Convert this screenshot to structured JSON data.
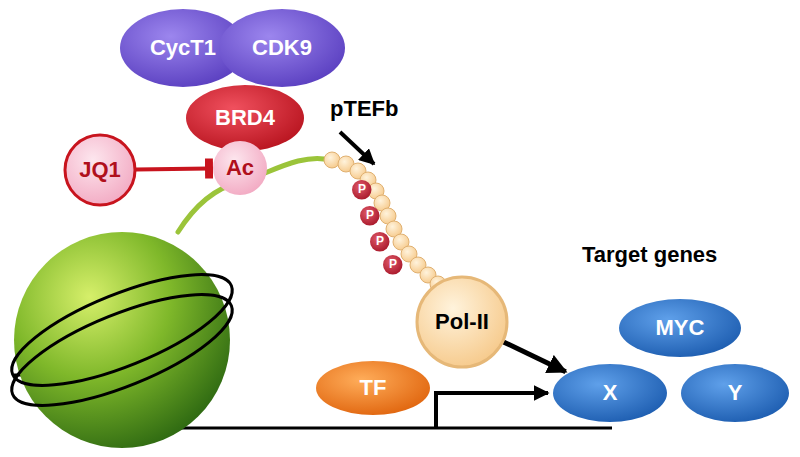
{
  "diagram": {
    "nodes": [
      {
        "text": [
          "CycT1"
        ]
      },
      {
        "text": [
          "CDK9"
        ]
      },
      {
        "text": [
          "BRD4"
        ]
      },
      {
        "text": [
          "JQ1"
        ]
      },
      {
        "text": [
          "Ac"
        ]
      },
      {
        "text": [
          "P"
        ]
      },
      {
        "text": [
          "P"
        ]
      },
      {
        "text": [
          "P"
        ]
      },
      {
        "text": [
          "P"
        ]
      },
      {
        "text": [
          "Pol-II"
        ]
      },
      {
        "text": [
          "TF"
        ]
      },
      {
        "text": [
          "MYC"
        ]
      },
      {
        "text": [
          "X"
        ]
      },
      {
        "text": [
          "Y"
        ]
      }
    ],
    "edges": [
      {
        "from": 3,
        "to": 4,
        "arrow": "to"
      },
      {
        "from": 9,
        "to": 12,
        "arrow": "to"
      }
    ],
    "labels": [
      "pTEFb",
      "Target genes"
    ]
  }
}
